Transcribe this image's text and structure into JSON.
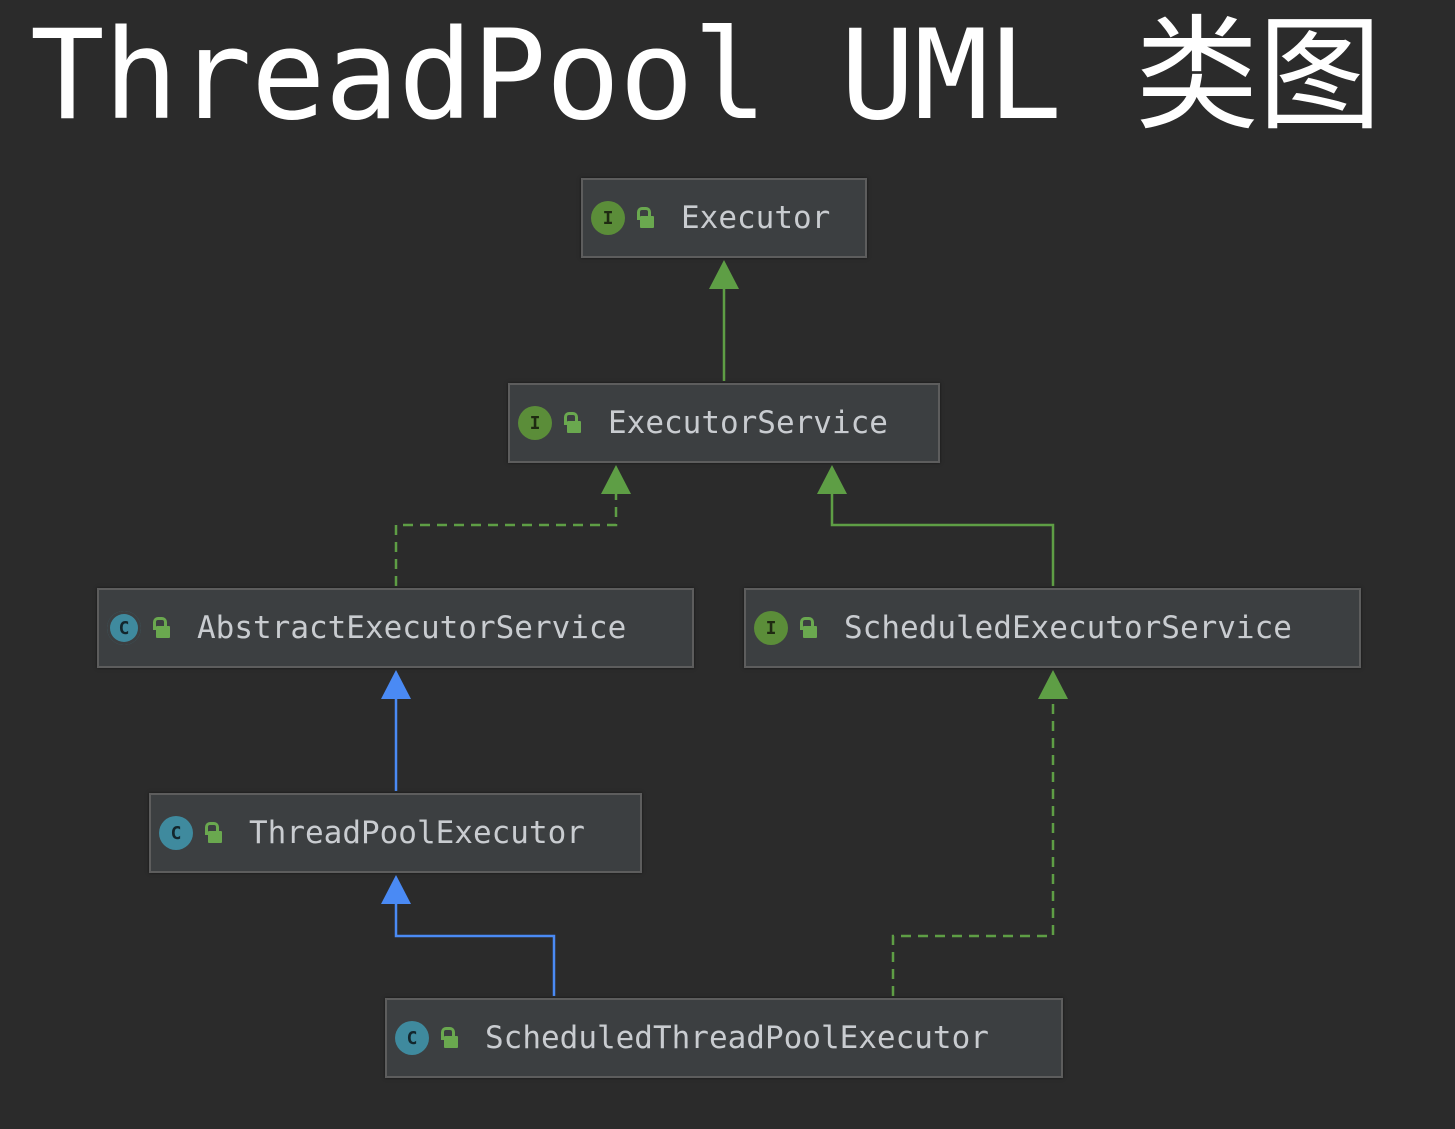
{
  "title": "ThreadPool UML 类图",
  "colors": {
    "background": "#2b2b2b",
    "node_fill": "#3c3f41",
    "node_border": "#5d5d5d",
    "interface_edge": "#5e9e45",
    "class_extends_edge": "#4a8af4",
    "label_text": "#c9ccd0"
  },
  "nodes": {
    "executor": {
      "kind": "interface",
      "kind_letter": "I",
      "icon": "lock-open-icon",
      "label": "Executor"
    },
    "executor_service": {
      "kind": "interface",
      "kind_letter": "I",
      "icon": "lock-open-icon",
      "label": "ExecutorService"
    },
    "abstract_executor_service": {
      "kind": "abstract-class",
      "kind_letter": "C",
      "icon": "lock-open-icon",
      "label": "AbstractExecutorService"
    },
    "scheduled_executor_service": {
      "kind": "interface",
      "kind_letter": "I",
      "icon": "lock-open-icon",
      "label": "ScheduledExecutorService"
    },
    "thread_pool_executor": {
      "kind": "class",
      "kind_letter": "C",
      "icon": "lock-open-icon",
      "label": "ThreadPoolExecutor"
    },
    "scheduled_thread_pool_executor": {
      "kind": "class",
      "kind_letter": "C",
      "icon": "lock-open-icon",
      "label": "ScheduledThreadPoolExecutor"
    }
  },
  "edges": [
    {
      "from": "executor_service",
      "to": "executor",
      "style": "solid",
      "color": "green"
    },
    {
      "from": "abstract_executor_service",
      "to": "executor_service",
      "style": "dashed",
      "color": "green"
    },
    {
      "from": "scheduled_executor_service",
      "to": "executor_service",
      "style": "solid",
      "color": "green"
    },
    {
      "from": "thread_pool_executor",
      "to": "abstract_executor_service",
      "style": "solid",
      "color": "blue"
    },
    {
      "from": "scheduled_thread_pool_executor",
      "to": "thread_pool_executor",
      "style": "solid",
      "color": "blue"
    },
    {
      "from": "scheduled_thread_pool_executor",
      "to": "scheduled_executor_service",
      "style": "dashed",
      "color": "green"
    }
  ]
}
